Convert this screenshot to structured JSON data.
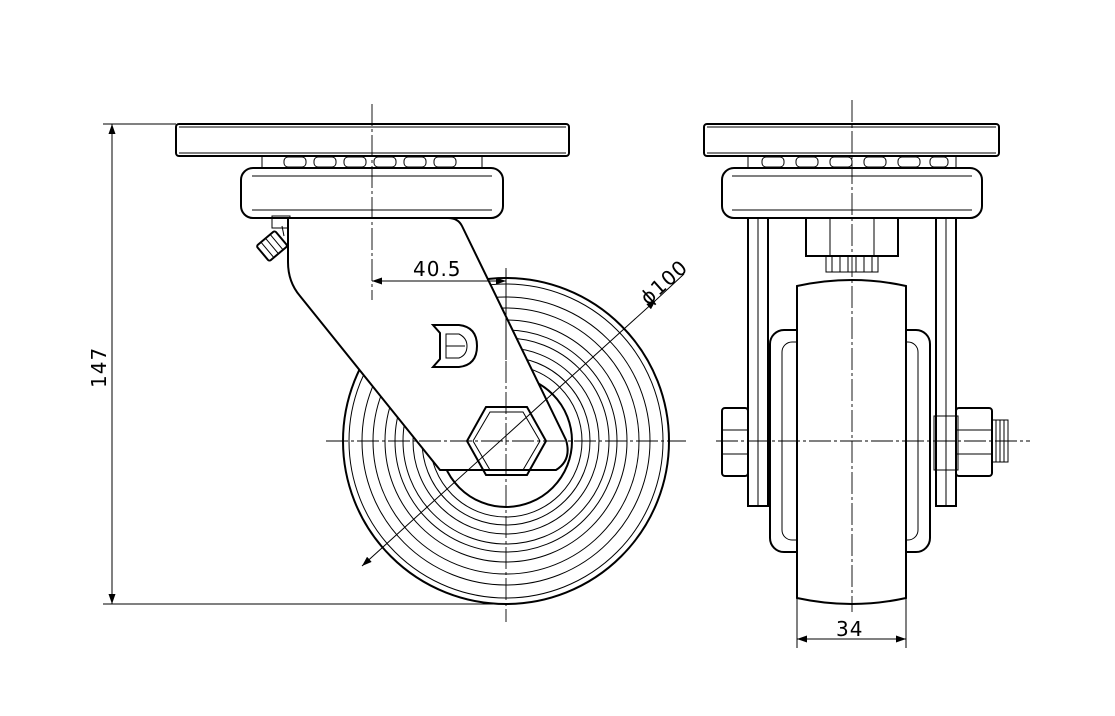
{
  "dimensions": {
    "height_overall": "147",
    "swivel_offset": "40.5",
    "wheel_diameter": "ϕ100",
    "wheel_width": "34"
  },
  "logo_text": "D",
  "colors": {
    "line": "#000000",
    "background": "#ffffff"
  }
}
